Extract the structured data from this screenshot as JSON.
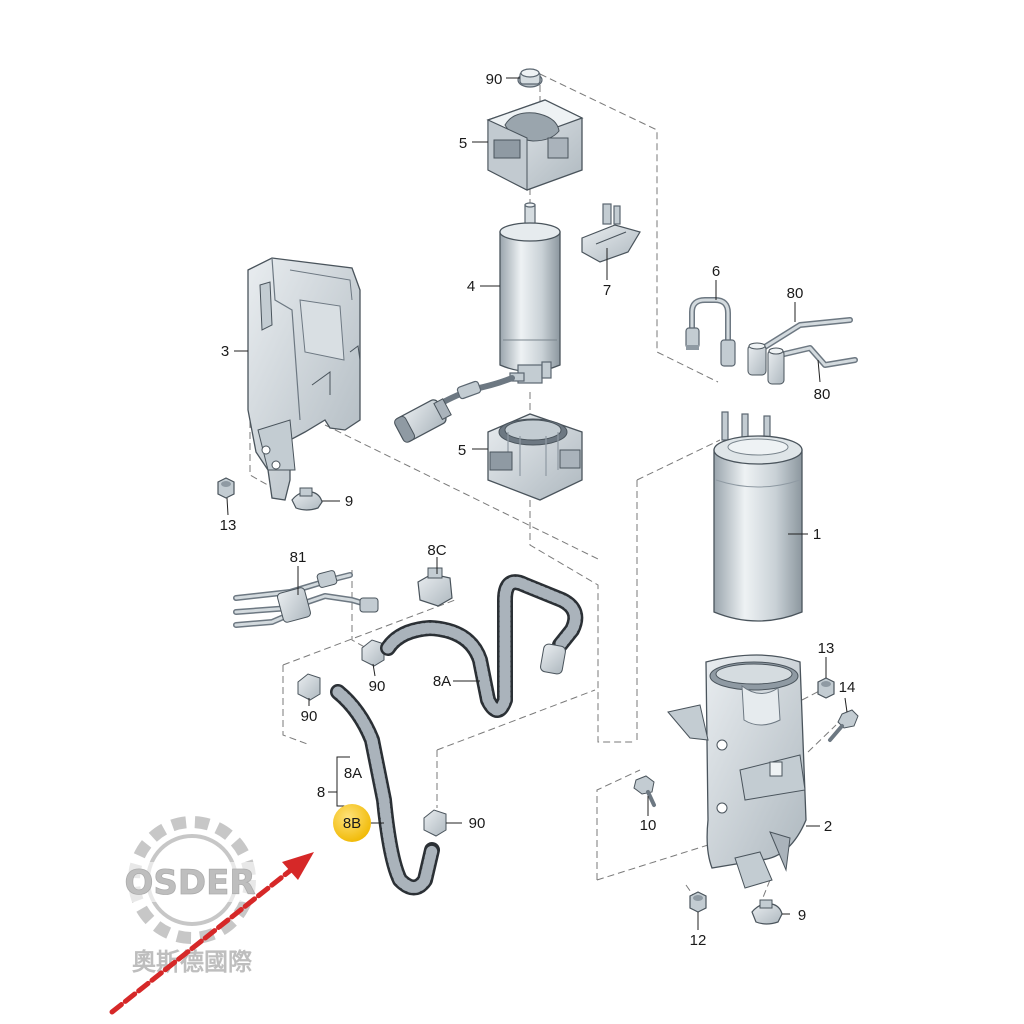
{
  "callouts": [
    {
      "id": "90-top",
      "text": "90"
    },
    {
      "id": "5-top",
      "text": "5"
    },
    {
      "id": "4",
      "text": "4"
    },
    {
      "id": "7",
      "text": "7"
    },
    {
      "id": "3",
      "text": "3"
    },
    {
      "id": "6",
      "text": "6"
    },
    {
      "id": "80-top",
      "text": "80"
    },
    {
      "id": "80-bottom",
      "text": "80"
    },
    {
      "id": "5-bottom",
      "text": "5"
    },
    {
      "id": "9-top",
      "text": "9"
    },
    {
      "id": "13-left",
      "text": "13"
    },
    {
      "id": "1",
      "text": "1"
    },
    {
      "id": "81",
      "text": "81"
    },
    {
      "id": "8C",
      "text": "8C"
    },
    {
      "id": "90-mid",
      "text": "90"
    },
    {
      "id": "8A",
      "text": "8A"
    },
    {
      "id": "90-left",
      "text": "90"
    },
    {
      "id": "13-right",
      "text": "13"
    },
    {
      "id": "14",
      "text": "14"
    },
    {
      "id": "8",
      "text": "8"
    },
    {
      "id": "8A-bracket",
      "text": "8A"
    },
    {
      "id": "8B",
      "text": "8B"
    },
    {
      "id": "90-bottom",
      "text": "90"
    },
    {
      "id": "10",
      "text": "10"
    },
    {
      "id": "2",
      "text": "2"
    },
    {
      "id": "9-bottom",
      "text": "9"
    },
    {
      "id": "12",
      "text": "12"
    }
  ],
  "highlight": {
    "callout": "8B",
    "color": "#f5c518"
  },
  "watermark": {
    "brand": "OSDER",
    "subtitle": "奧斯德國際"
  },
  "colors": {
    "arrow": "#d62828",
    "part_light": "#e6ebee",
    "part_mid": "#c3ccd2",
    "part_dark": "#8f9aa3",
    "outline": "#4a545c"
  }
}
